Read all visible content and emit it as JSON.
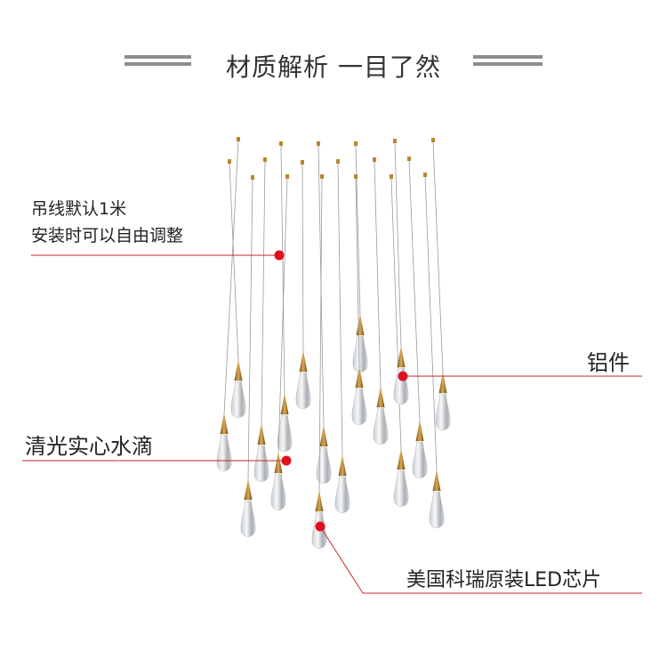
{
  "header": {
    "title": "材质解析  一目了然"
  },
  "callouts": {
    "wire_line1": "吊线默认1米",
    "wire_line2": "安装时可以自由调整",
    "aluminum": "铝件",
    "water_drop": "清光实心水滴",
    "led": "美国科瑞原装LED芯片"
  },
  "colors": {
    "accent": "#d0021b",
    "metal": "#b8862e",
    "rule": "#8e8e8e"
  },
  "icons": [
    "water-drop-pendant-icon"
  ]
}
